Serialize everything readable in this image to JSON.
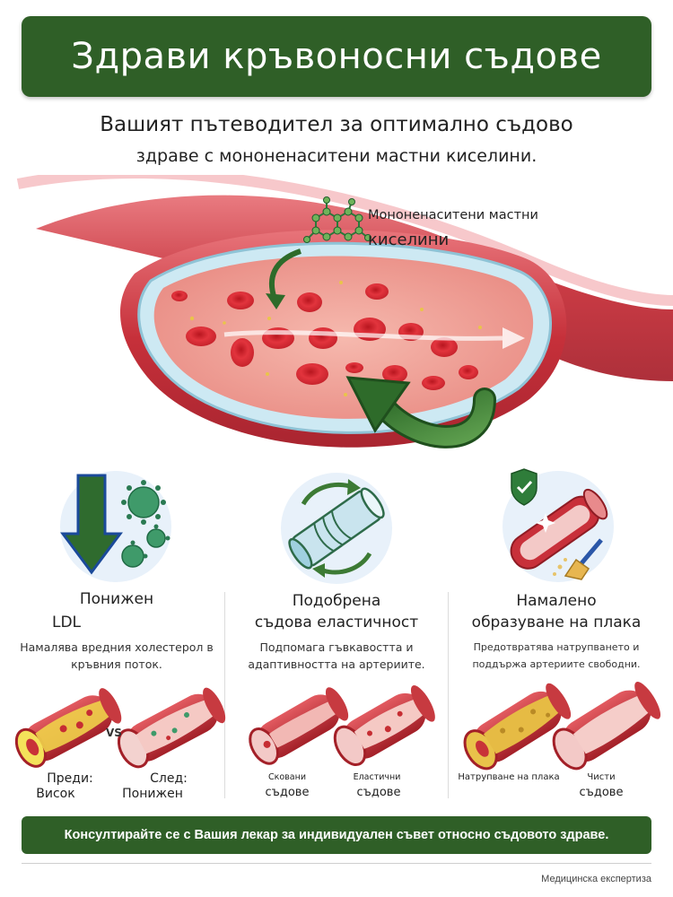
{
  "header": {
    "title": "Здрави кръвоносни съдове"
  },
  "subtitle": {
    "line1": "Вашият пътеводител за оптимално съдово",
    "line2": "здраве с мононенаситени мастни киселини."
  },
  "hero": {
    "molecule_label_line1": "Мононенаситени мастни",
    "molecule_label_line2": "киселини"
  },
  "columns": [
    {
      "title_line1": "Понижен",
      "title_line2": "LDL",
      "desc_line1": "Намалява вредния холестерол в",
      "desc_line2": "кръвния поток.",
      "left_label_line1": "Преди:",
      "left_label_line2": "Висок",
      "vs": "VS",
      "right_label_line1": "След:",
      "right_label_line2": "Понижен"
    },
    {
      "title_line1": "Подобрена",
      "title_line2": "съдова еластичност",
      "desc_line1": "Подпомага гъвкавостта и",
      "desc_line2": "адаптивността на артериите.",
      "left_label_line1": "Сковани",
      "left_label_line2": "съдове",
      "right_label_line1": "Еластични",
      "right_label_line2": "съдове"
    },
    {
      "title_line1": "Намалено",
      "title_line2": "образуване на плака",
      "desc_line1": "Предотвратява натрупването и",
      "desc_line2": "поддържа артериите свободни.",
      "left_label_line1": "Натрупване на плака",
      "right_label_line1": "Чисти",
      "right_label_line2": "съдове"
    }
  ],
  "footer": {
    "note": "Консултирайте се с Вашия лекар за индивидуален съвет относно съдовото здраве.",
    "credit": "Медицинска експертиза"
  },
  "colors": {
    "brand_green": "#2f5f27",
    "vessel_red": "#c8323a",
    "blood_cell": "#d9303a"
  }
}
